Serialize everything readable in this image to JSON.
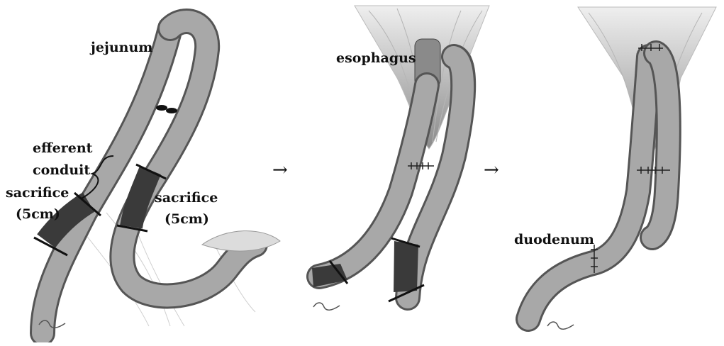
{
  "panels": [
    {
      "id": "panel-1",
      "labels": {
        "jejunum": "jejunum",
        "efferent_line1": "efferent",
        "efferent_line2": "conduit",
        "sacrifice_left": "sacrifice",
        "sacrifice_left_len": "(5cm)",
        "sacrifice_right": "sacrifice",
        "sacrifice_right_len": "(5cm)"
      }
    },
    {
      "id": "panel-2",
      "labels": {
        "esophagus": "esophagus"
      }
    },
    {
      "id": "panel-3",
      "labels": {
        "duodenum": "duodenum"
      }
    }
  ],
  "arrows": [
    "→",
    "→"
  ],
  "colors": {
    "bowel_fill": "#a7a7a7",
    "bowel_edge": "#5a5a5a",
    "sacrificed_segment": "#3a3a3a",
    "esophagus_fill": "#8d8d8d",
    "tissue_lines": "#b9b9b9"
  }
}
